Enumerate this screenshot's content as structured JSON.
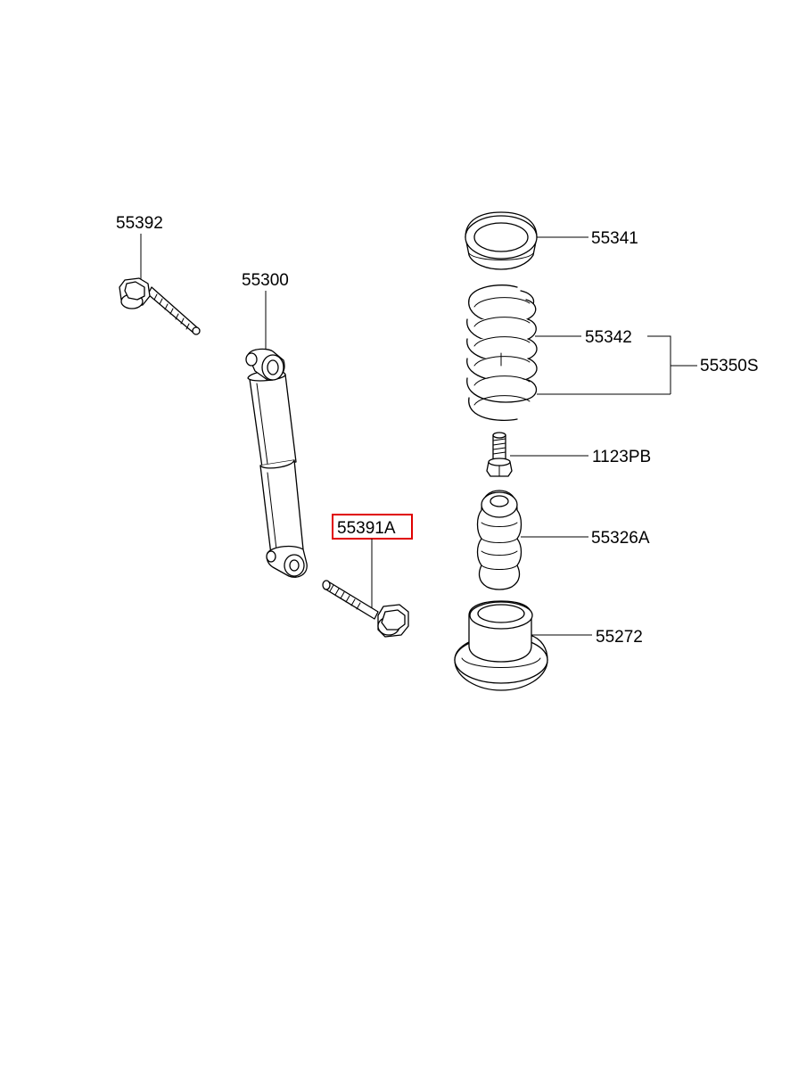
{
  "diagram": {
    "highlight_color": "#e00000",
    "line_color": "#000000",
    "labels": {
      "p55392": "55392",
      "p55300": "55300",
      "p55391A": "55391A",
      "p55341": "55341",
      "p55342": "55342",
      "p55350S": "55350S",
      "p1123PB": "1123PB",
      "p55326A": "55326A",
      "p55272": "55272"
    },
    "highlighted_part": "55391A"
  }
}
